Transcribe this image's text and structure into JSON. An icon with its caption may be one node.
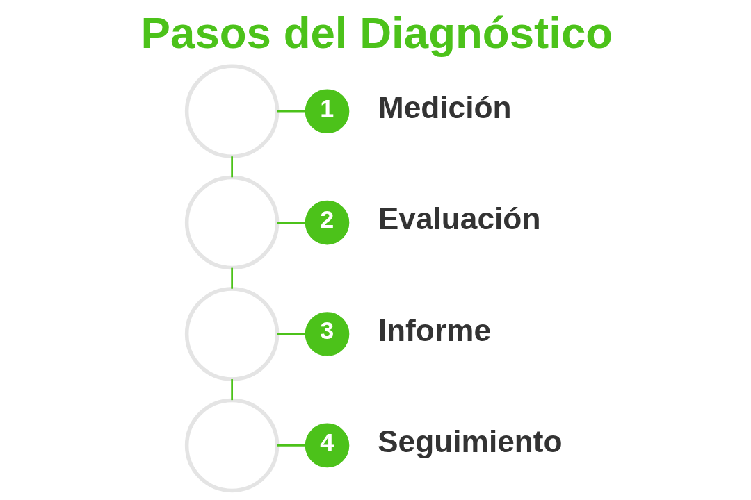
{
  "diagram": {
    "title": "Pasos del Diagnóstico",
    "nodes": [
      {
        "text": [],
        "shape": "circle"
      },
      {
        "text": [
          "1"
        ],
        "beside": [
          "Medición"
        ]
      },
      {
        "text": [],
        "shape": "circle"
      },
      {
        "text": [
          "2"
        ],
        "beside": [
          "Evaluación"
        ]
      },
      {
        "text": [],
        "shape": "circle"
      },
      {
        "text": [
          "3"
        ],
        "beside": [
          "Informe"
        ]
      },
      {
        "text": [],
        "shape": "circle"
      },
      {
        "text": [
          "4"
        ],
        "beside": [
          "Seguimiento"
        ]
      }
    ],
    "edges": [
      {
        "from": 0,
        "to": 1,
        "arrow": "none"
      },
      {
        "from": 0,
        "to": 2,
        "arrow": "none"
      },
      {
        "from": 2,
        "to": 3,
        "arrow": "none"
      },
      {
        "from": 2,
        "to": 4,
        "arrow": "none"
      },
      {
        "from": 4,
        "to": 5,
        "arrow": "none"
      },
      {
        "from": 4,
        "to": 6,
        "arrow": "none"
      },
      {
        "from": 6,
        "to": 7,
        "arrow": "none"
      }
    ]
  }
}
